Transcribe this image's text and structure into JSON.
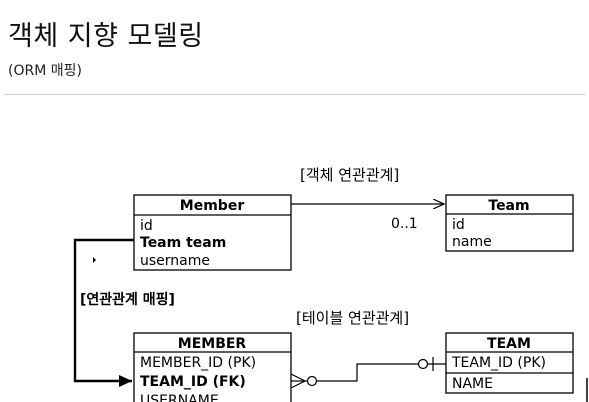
{
  "page": {
    "title": "객체 지향 모델링",
    "subtitle": "(ORM 매핑)"
  },
  "diagram": {
    "object_caption": "[객체 연관관계]",
    "table_caption": "[테이블 연관관계]",
    "mapping_caption": "[연관관계 매핑]",
    "multiplicity": "0..1",
    "member_class": {
      "name": "Member",
      "fields": [
        "id",
        "Team team",
        "username"
      ]
    },
    "team_class": {
      "name": "Team",
      "fields": [
        "id",
        "name"
      ]
    },
    "member_table": {
      "name": "MEMBER",
      "columns": [
        "MEMBER_ID (PK)",
        "TEAM_ID (FK)",
        "USERNAME"
      ]
    },
    "team_table": {
      "name": "TEAM",
      "columns": [
        "TEAM_ID (PK)",
        "NAME"
      ]
    }
  }
}
